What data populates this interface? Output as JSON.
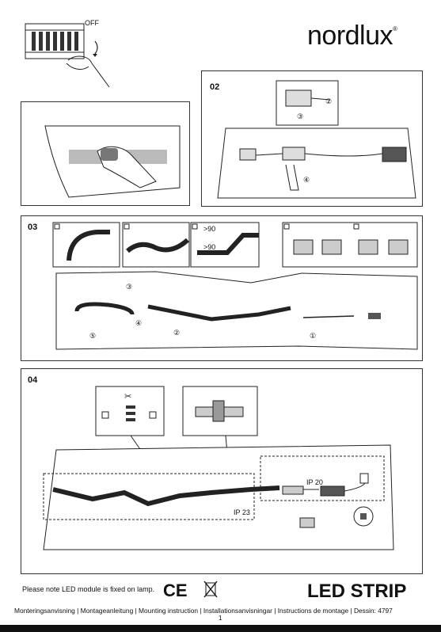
{
  "brand": {
    "name": "nordlux",
    "trademark": "®"
  },
  "step01": {
    "off_label": "OFF"
  },
  "step02": {
    "number": "02",
    "markers": [
      "②",
      "③",
      "④"
    ]
  },
  "step03": {
    "number": "03",
    "angle_label_top": ">90",
    "angle_label_bottom": ">90",
    "markers": [
      "①",
      "②",
      "③",
      "④",
      "⑤"
    ]
  },
  "step04": {
    "number": "04",
    "ip20_label": "IP 20",
    "ip23_label": "IP 23"
  },
  "footer": {
    "notice": "Please note LED module is fixed on lamp.",
    "ce_mark": "CE",
    "product_title": "LED STRIP",
    "instructions_line": "Monteringsanvisning | Montageanleitung | Mounting instruction | Installationsanvisningar | Instructions de montage | Dessin: 4797",
    "page_number": "1"
  }
}
